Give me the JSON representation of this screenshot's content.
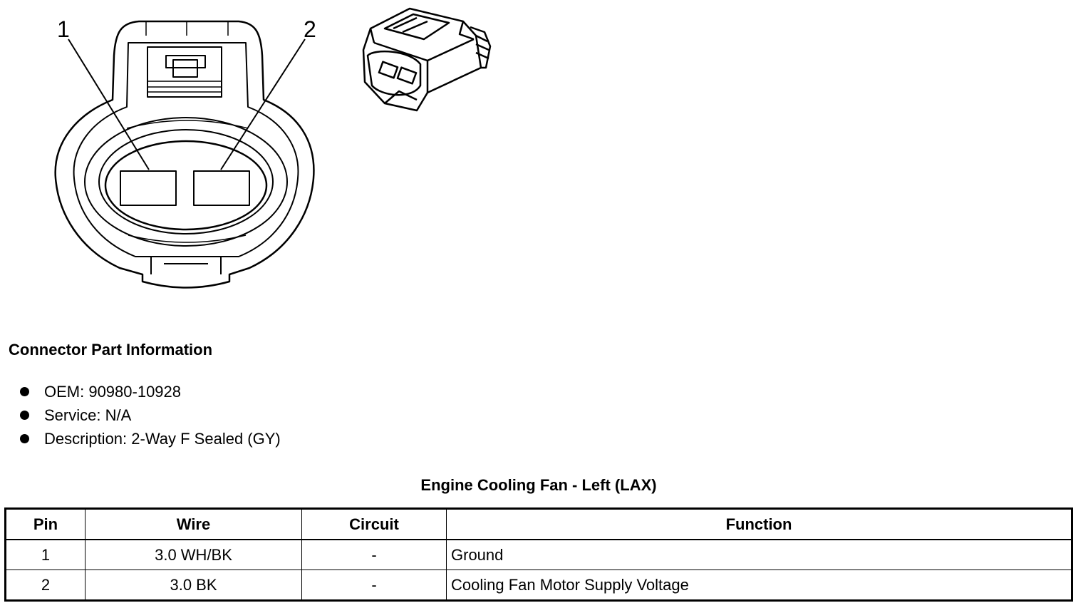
{
  "diagram": {
    "pin_labels": [
      "1",
      "2"
    ]
  },
  "connector_info": {
    "heading": "Connector Part Information",
    "items": [
      "OEM: 90980-10928",
      "Service: N/A",
      "Description: 2-Way F Sealed (GY)"
    ]
  },
  "table": {
    "title": "Engine Cooling Fan - Left (LAX)",
    "headers": [
      "Pin",
      "Wire",
      "Circuit",
      "Function"
    ],
    "rows": [
      [
        "1",
        "3.0 WH/BK",
        "-",
        "Ground"
      ],
      [
        "2",
        "3.0 BK",
        "-",
        "Cooling Fan Motor Supply Voltage"
      ]
    ]
  }
}
